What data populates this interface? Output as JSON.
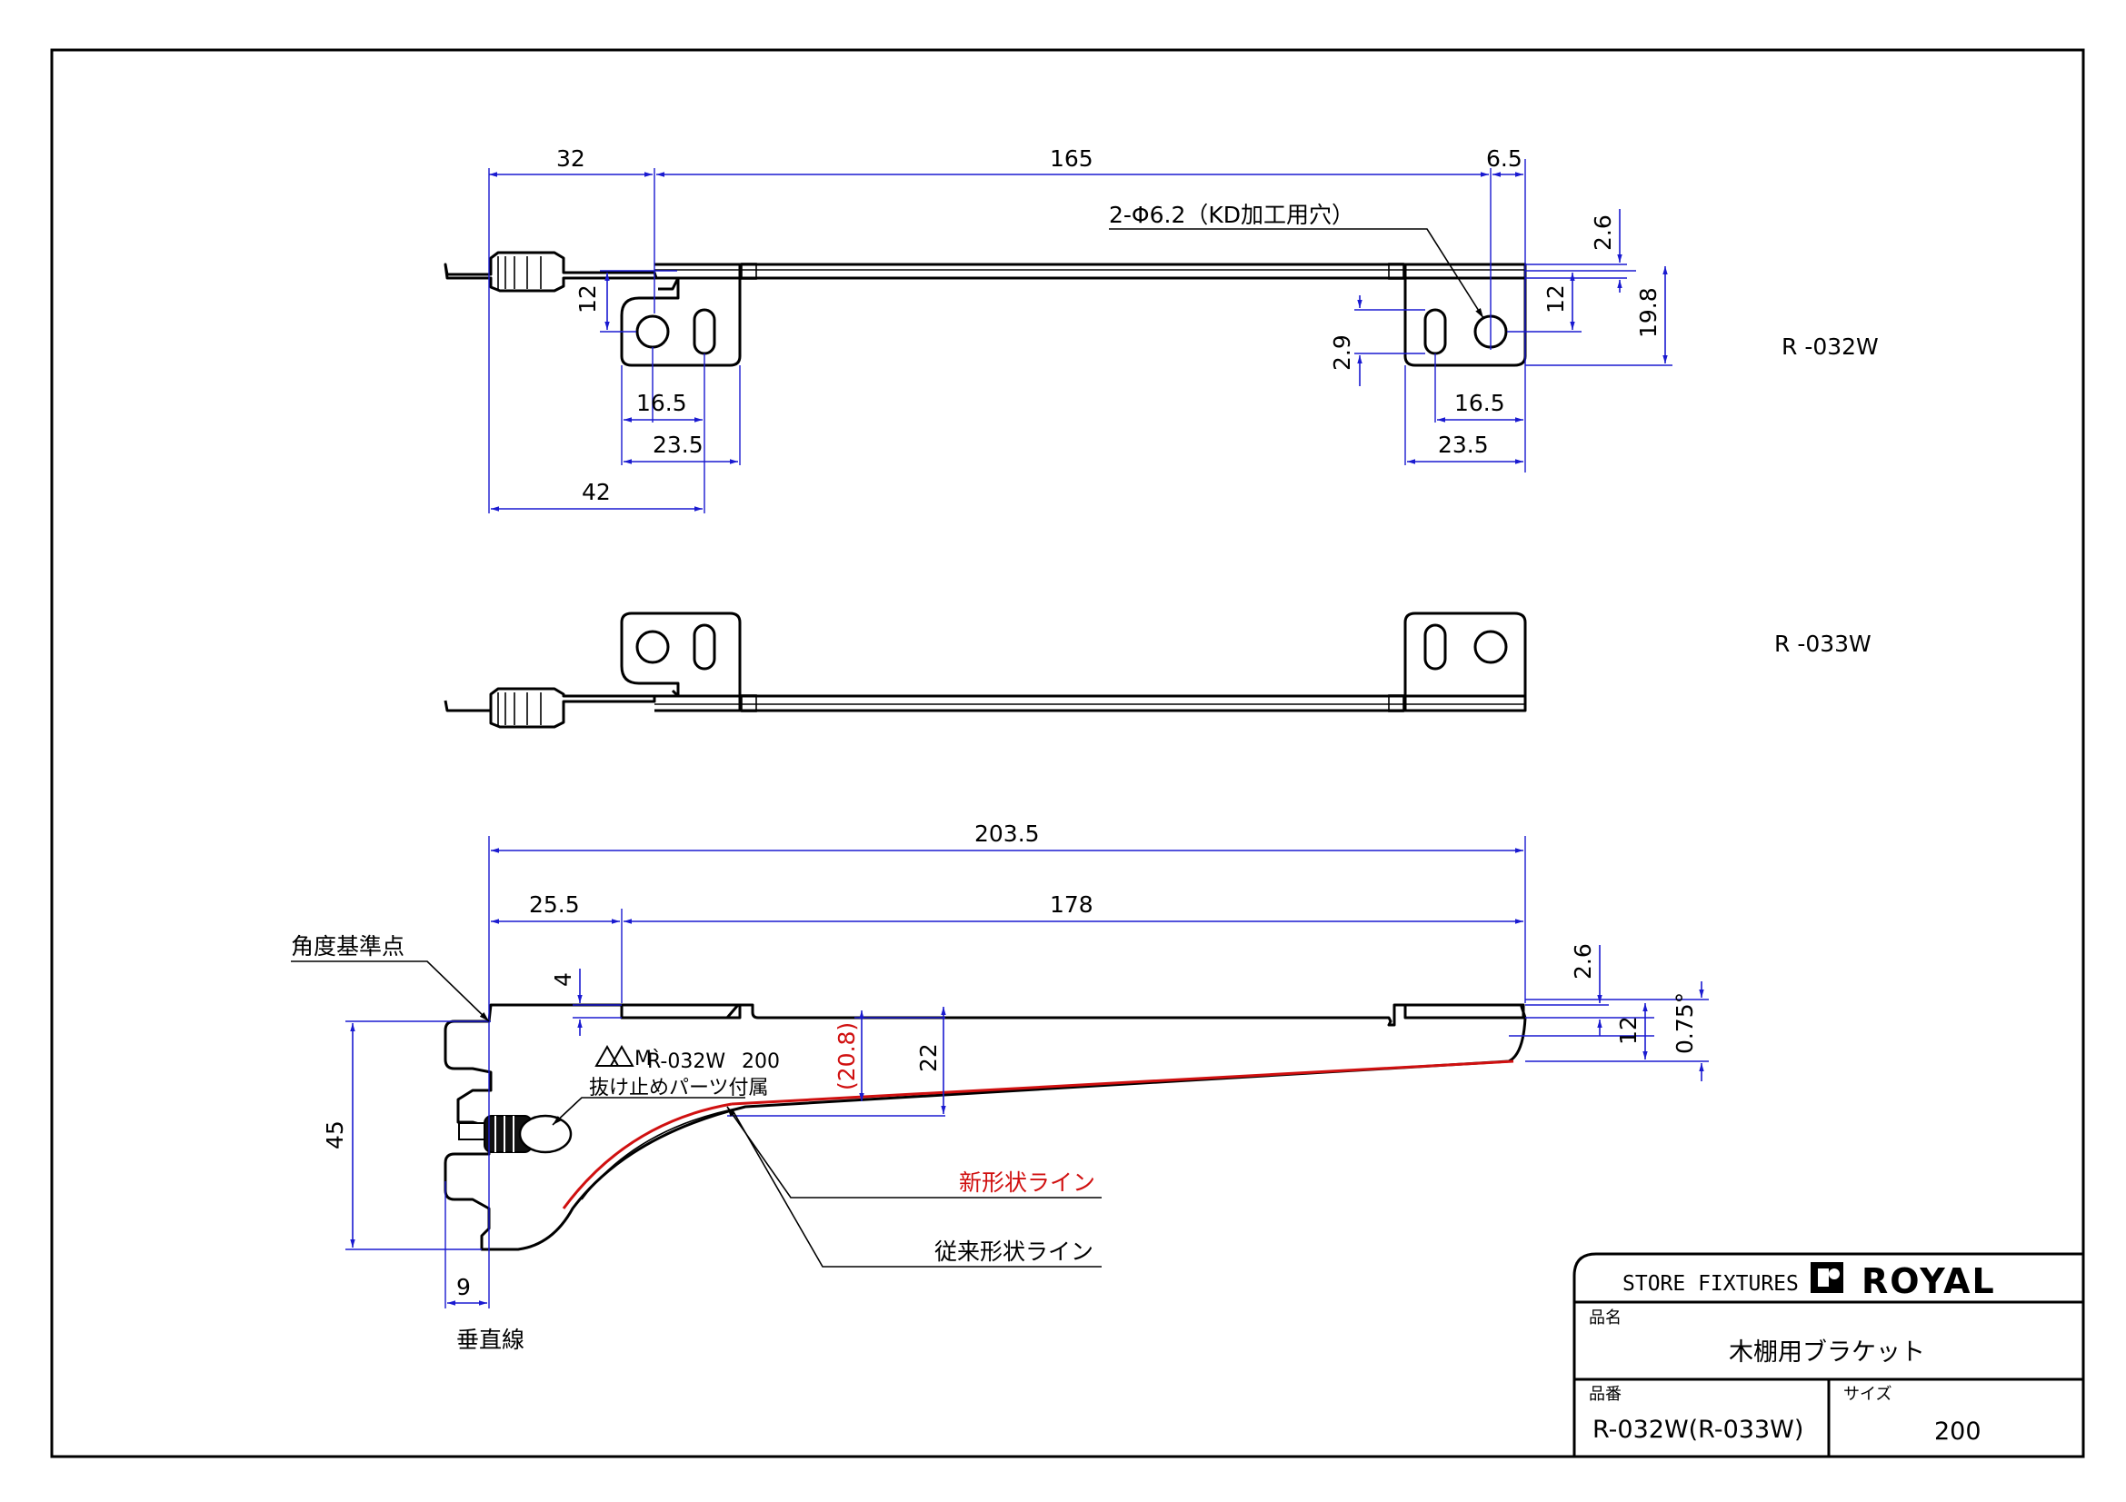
{
  "views": {
    "top": {
      "label": "R -032W",
      "dims": {
        "d32": "32",
        "d165": "165",
        "d6_5": "6.5",
        "hole_note": "2-Φ6.2（KD加工用穴）",
        "d2_6": "2.6",
        "d12_left": "12",
        "d12_right": "12",
        "d19_8": "19.8",
        "d2_9": "2.9",
        "d16_5_left": "16.5",
        "d23_5_left": "23.5",
        "d42": "42",
        "d16_5_right": "16.5",
        "d23_5_right": "23.5"
      }
    },
    "mirror": {
      "label": "R -033W"
    },
    "side": {
      "dims": {
        "d203_5": "203.5",
        "d25_5": "25.5",
        "d178": "178",
        "d4": "4",
        "d2_6": "2.6",
        "d12": "12",
        "d0_75": "0.75°",
        "d20_8": "(20.8)",
        "d22": "22",
        "d45": "45",
        "d9": "9"
      },
      "labels": {
        "angle_ref": "角度基準点",
        "stopper": "抜け止めパーツ付属",
        "new_line": "新形状ライン",
        "old_line": "従来形状ライン",
        "vertical": "垂直線"
      },
      "stamp": {
        "mark": "M`",
        "part": "R-032W",
        "size": "200"
      }
    }
  },
  "title_block": {
    "brand_line": "STORE FIXTURES",
    "logo": "ROYAL",
    "name_label": "品名",
    "name_value": "木棚用ブラケット",
    "number_label": "品番",
    "number_value": "R-032W(R-033W)",
    "size_label": "サイズ",
    "size_value": "200"
  },
  "colors": {
    "part": "#000000",
    "dimension": "#1a1ad0",
    "new_shape": "#d01010"
  }
}
